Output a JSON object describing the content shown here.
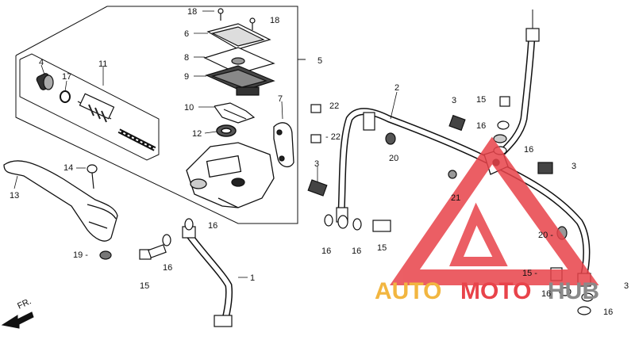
{
  "labels": {
    "l1": "1",
    "l2": "2",
    "l3a": "3",
    "l3b": "3",
    "l3c": "3",
    "l3d": "3",
    "l4": "4",
    "l5": "5",
    "l6": "6",
    "l7": "7",
    "l8": "8",
    "l9": "9",
    "l10": "10",
    "l11": "11",
    "l12": "12",
    "l13": "13",
    "l14": "14",
    "l15a": "15",
    "l15b": "15",
    "l15c": "15",
    "l15d": "15 -",
    "l16a": "16",
    "l16b": "16",
    "l16c": "16",
    "l16d": "16",
    "l16e": "16",
    "l16f": "16",
    "l16g": "16",
    "l16h": "16",
    "l17": "17",
    "l18a": "18",
    "l18b": "18",
    "l19": "19 -",
    "l20a": "20",
    "l20b": "20 -",
    "l21": "21",
    "l22a": "22",
    "l22b": "- 22",
    "fr": "FR."
  },
  "watermark": {
    "auto": "AUTO",
    "moto": "MOTO",
    "hub": "HUB",
    "color_red": "#e8434a",
    "color_yellow": "#f2b640",
    "color_gray": "#8a8a8a"
  }
}
